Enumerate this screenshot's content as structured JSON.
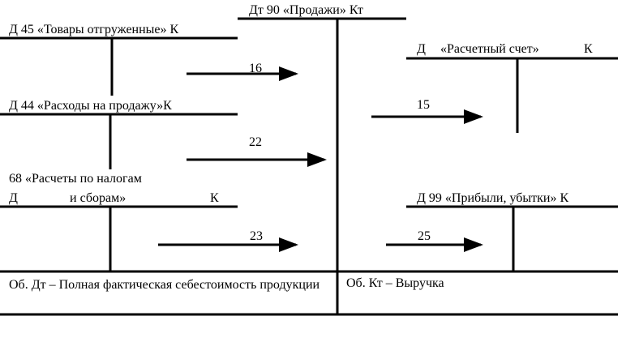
{
  "accounts": {
    "a90": {
      "title": "Дт 90 «Продажи» Кт"
    },
    "a45": {
      "title": "Д 45 «Товары отгруженные»   К"
    },
    "a44": {
      "title": "Д 44 «Расходы на продажу»К"
    },
    "a68": {
      "title_line1": "68 «Расчеты по налогам",
      "debit": "Д",
      "title_line2": "и сборам»",
      "credit": "К"
    },
    "a51": {
      "debit": "Д",
      "title": "«Расчетный счет»",
      "credit": "К"
    },
    "a99": {
      "title": "Д 99 «Прибыли, убытки» К"
    }
  },
  "entries": [
    "16",
    "22",
    "23",
    "15",
    "25"
  ],
  "turnover": {
    "debit": "Об. Дт – Полная фактическая себестоимость продукции",
    "credit": "Об. Кт – Выручка"
  }
}
